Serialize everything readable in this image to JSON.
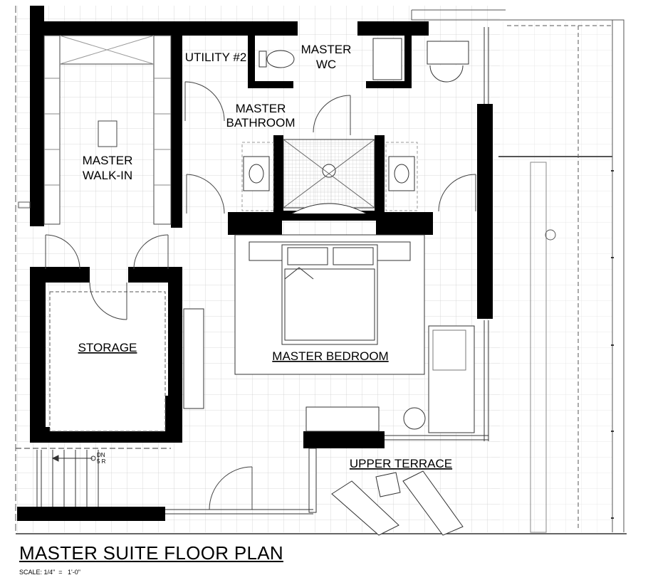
{
  "title": "MASTER SUITE FLOOR PLAN",
  "scale": "SCALE: 1/4\"  =   1'-0\"",
  "rooms": {
    "utility": "UTILITY #2",
    "master_wc_1": "MASTER",
    "master_wc_2": "WC",
    "bathroom_1": "MASTER",
    "bathroom_2": "BATHROOM",
    "walkin_1": "MASTER",
    "walkin_2": "WALK-IN",
    "storage": "STORAGE",
    "bedroom": "MASTER BEDROOM",
    "terrace": "UPPER TERRACE"
  },
  "stair": {
    "dir": "DN",
    "risers": "5 R"
  },
  "colors": {
    "wall": "#000000",
    "grid": "#c8c8c8",
    "line": "#555555"
  }
}
